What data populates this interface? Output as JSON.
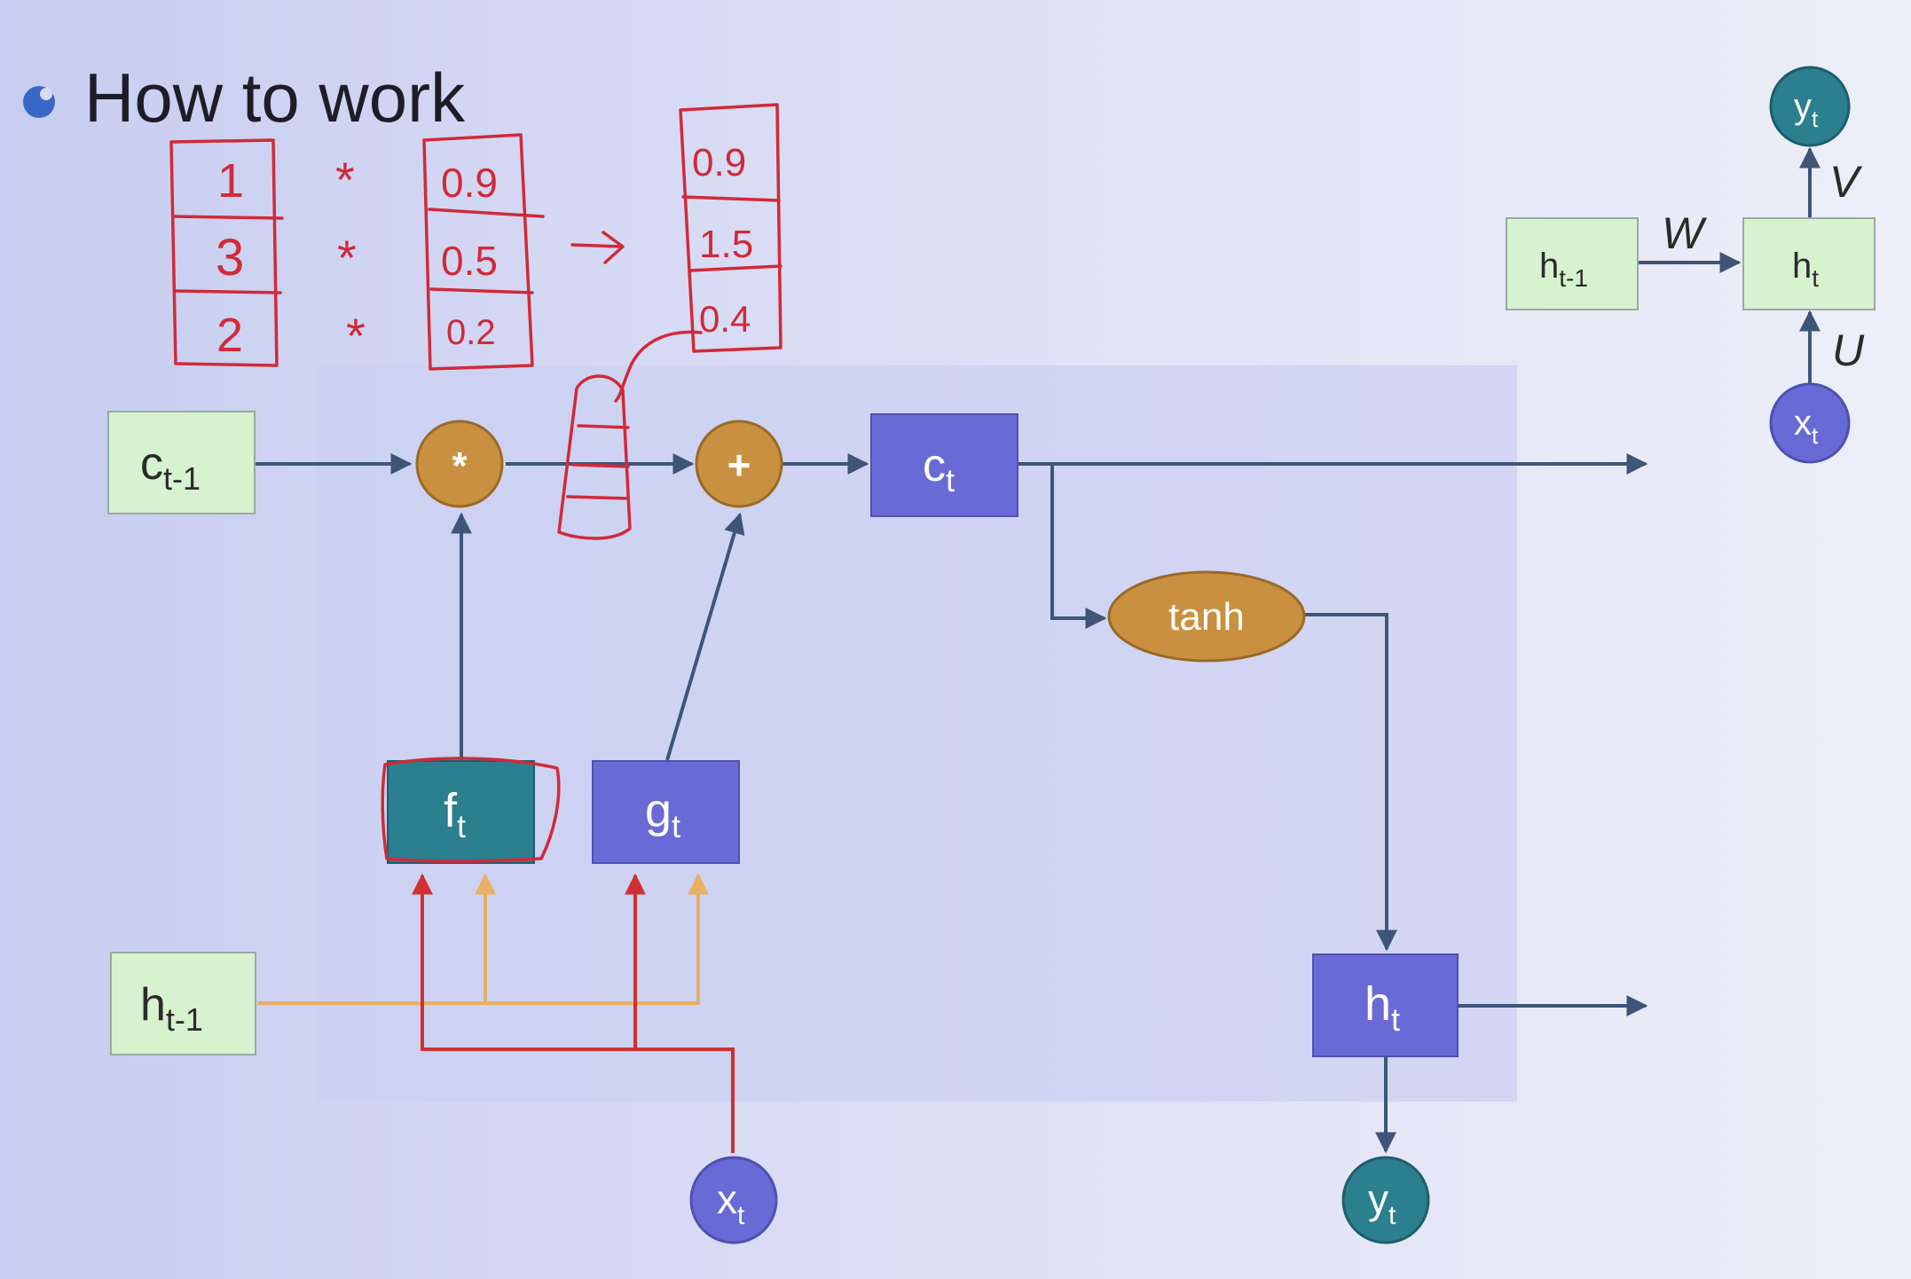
{
  "slide": {
    "title": "How to work"
  },
  "colors": {
    "node_green": "#d6f2cf",
    "node_purple": "#6a6ad6",
    "node_teal": "#2b7f8f",
    "op_orange": "#c89040",
    "arrow": "#3f5578",
    "highlight_red": "#d03030",
    "highlight_orange": "#e8b060",
    "handwriting": "#d02a3a"
  },
  "main_diagram": {
    "c_prev": "c",
    "c_prev_sub": "t-1",
    "h_prev": "h",
    "h_prev_sub": "t-1",
    "mul_op": "*",
    "add_op": "+",
    "c_t": "c",
    "c_t_sub": "t",
    "f_t": "f",
    "f_t_sub": "t",
    "g_t": "g",
    "g_t_sub": "t",
    "tanh": "tanh",
    "h_t": "h",
    "h_t_sub": "t",
    "x_t": "x",
    "x_t_sub": "t",
    "y_t": "y",
    "y_t_sub": "t"
  },
  "rnn_diagram": {
    "h_prev": "h",
    "h_prev_sub": "t-1",
    "h_t": "h",
    "h_t_sub": "t",
    "x_t": "x",
    "x_t_sub": "t",
    "y_t": "y",
    "y_t_sub": "t",
    "w_label": "W",
    "u_label": "U",
    "v_label": "V"
  },
  "annotations": {
    "vec_a": [
      "1",
      "3",
      "2"
    ],
    "vec_b": [
      "0.9",
      "0.5",
      "0.2"
    ],
    "vec_c": [
      "0.9",
      "1.5",
      "0.4"
    ],
    "mul_marks": [
      "*",
      "*",
      "*"
    ],
    "arrow_mark": "→"
  }
}
